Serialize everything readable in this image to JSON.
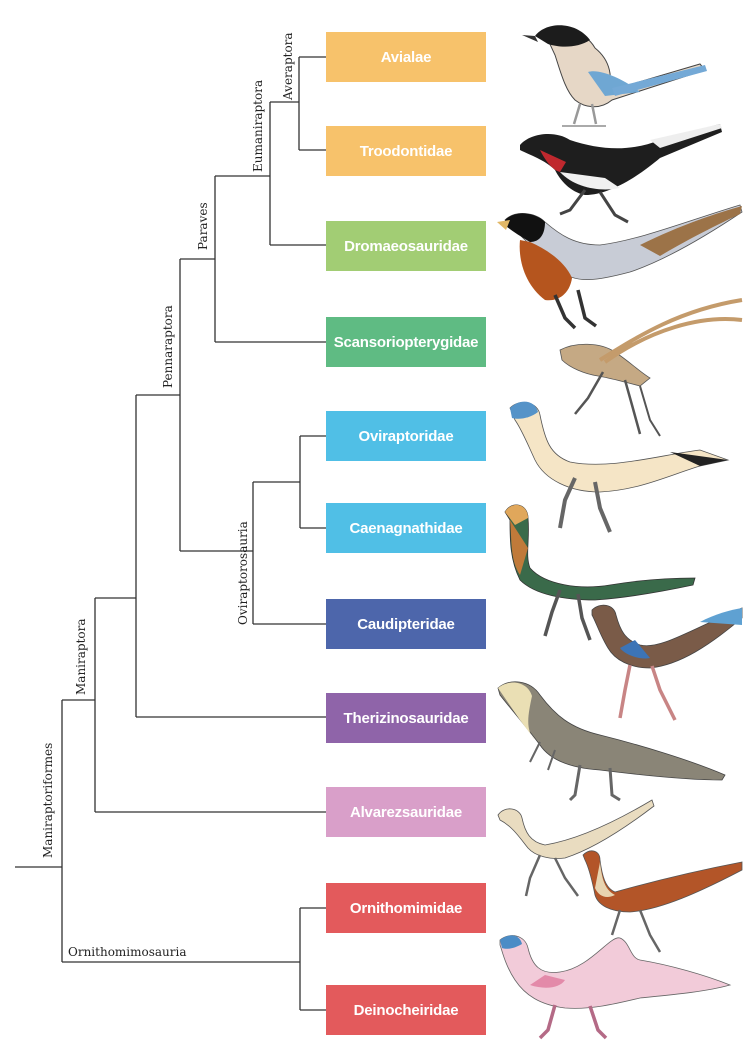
{
  "clades": {
    "maniraptoriformes": "Maniraptoriformes",
    "maniraptora": "Maniraptora",
    "pennaraptora": "Pennaraptora",
    "paraves": "Paraves",
    "eumaniraptora": "Eumaniraptora",
    "averaptora": "Averaptora",
    "oviraptorosauria": "Oviraptorosauria",
    "ornithomimosauria": "Ornithomimosauria"
  },
  "families": [
    {
      "name": "Avialae",
      "color": "#f7c26b"
    },
    {
      "name": "Troodontidae",
      "color": "#f7c26b"
    },
    {
      "name": "Dromaeosauridae",
      "color": "#a2cd74"
    },
    {
      "name": "Scansoriopterygidae",
      "color": "#5fbb83"
    },
    {
      "name": "Oviraptoridae",
      "color": "#50bfe6"
    },
    {
      "name": "Caenagnathidae",
      "color": "#50bfe6"
    },
    {
      "name": "Caudipteridae",
      "color": "#4d66ab"
    },
    {
      "name": "Therizinosauridae",
      "color": "#8f64a9"
    },
    {
      "name": "Alvarezsauridae",
      "color": "#d99fc9"
    },
    {
      "name": "Ornithomimidae",
      "color": "#e35a5c"
    },
    {
      "name": "Deinocheiridae",
      "color": "#e35a5c"
    }
  ],
  "illustrations": [
    "azure-winged-magpie-illustration",
    "troodontid-illustration",
    "dromaeosaurid-illustration",
    "scansoriopterygid-illustration",
    "oviraptorid-illustration",
    "caenagnathid-illustration",
    "caudipterid-illustration",
    "therizinosaur-illustration",
    "alvarezsaurid-illustration",
    "ornithomimid-illustration",
    "deinocheirid-illustration"
  ]
}
